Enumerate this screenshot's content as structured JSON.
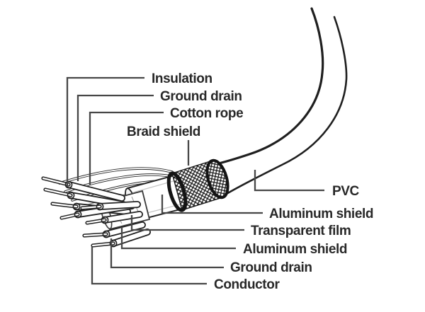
{
  "diagram": {
    "type": "cable construction cutaway diagram",
    "background": "#ffffff",
    "colors": {
      "line_art": "#1f1f1f",
      "leader_line": "#474747",
      "label_text": "#282828",
      "fill": "#ffffff"
    },
    "labels": {
      "insulation": "Insulation",
      "ground_drain_top": "Ground drain",
      "cotton_rope": "Cotton rope",
      "braid_shield": "Braid shield",
      "pvc": "PVC",
      "aluminum_shield_outer": "Aluminum shield",
      "transparent_film": "Transparent film",
      "aluminum_shield_inner": "Aluminum shield",
      "ground_drain_bottom": "Ground drain",
      "conductor": "Conductor"
    }
  }
}
